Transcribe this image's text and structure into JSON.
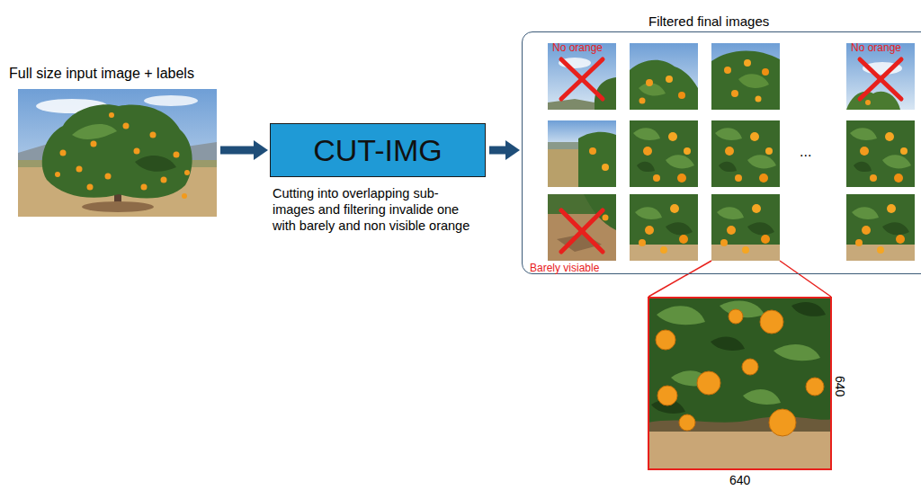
{
  "diagram": {
    "nodes": [
      {
        "text": [
          "Full size input image + labels"
        ]
      },
      {
        "text": [
          "CUT-IMG",
          "Cutting into overlapping sub-images and filtering invalide one with barely and non visible orange"
        ]
      },
      {
        "text": [
          "Filtered final images"
        ]
      }
    ],
    "edges": [
      {
        "from": 0,
        "to": 1,
        "arrow": "to"
      },
      {
        "from": 1,
        "to": 2,
        "arrow": "to"
      }
    ],
    "labels": [
      "No orange",
      "No orange",
      "Barely visiable",
      "...",
      "640",
      "640"
    ]
  }
}
